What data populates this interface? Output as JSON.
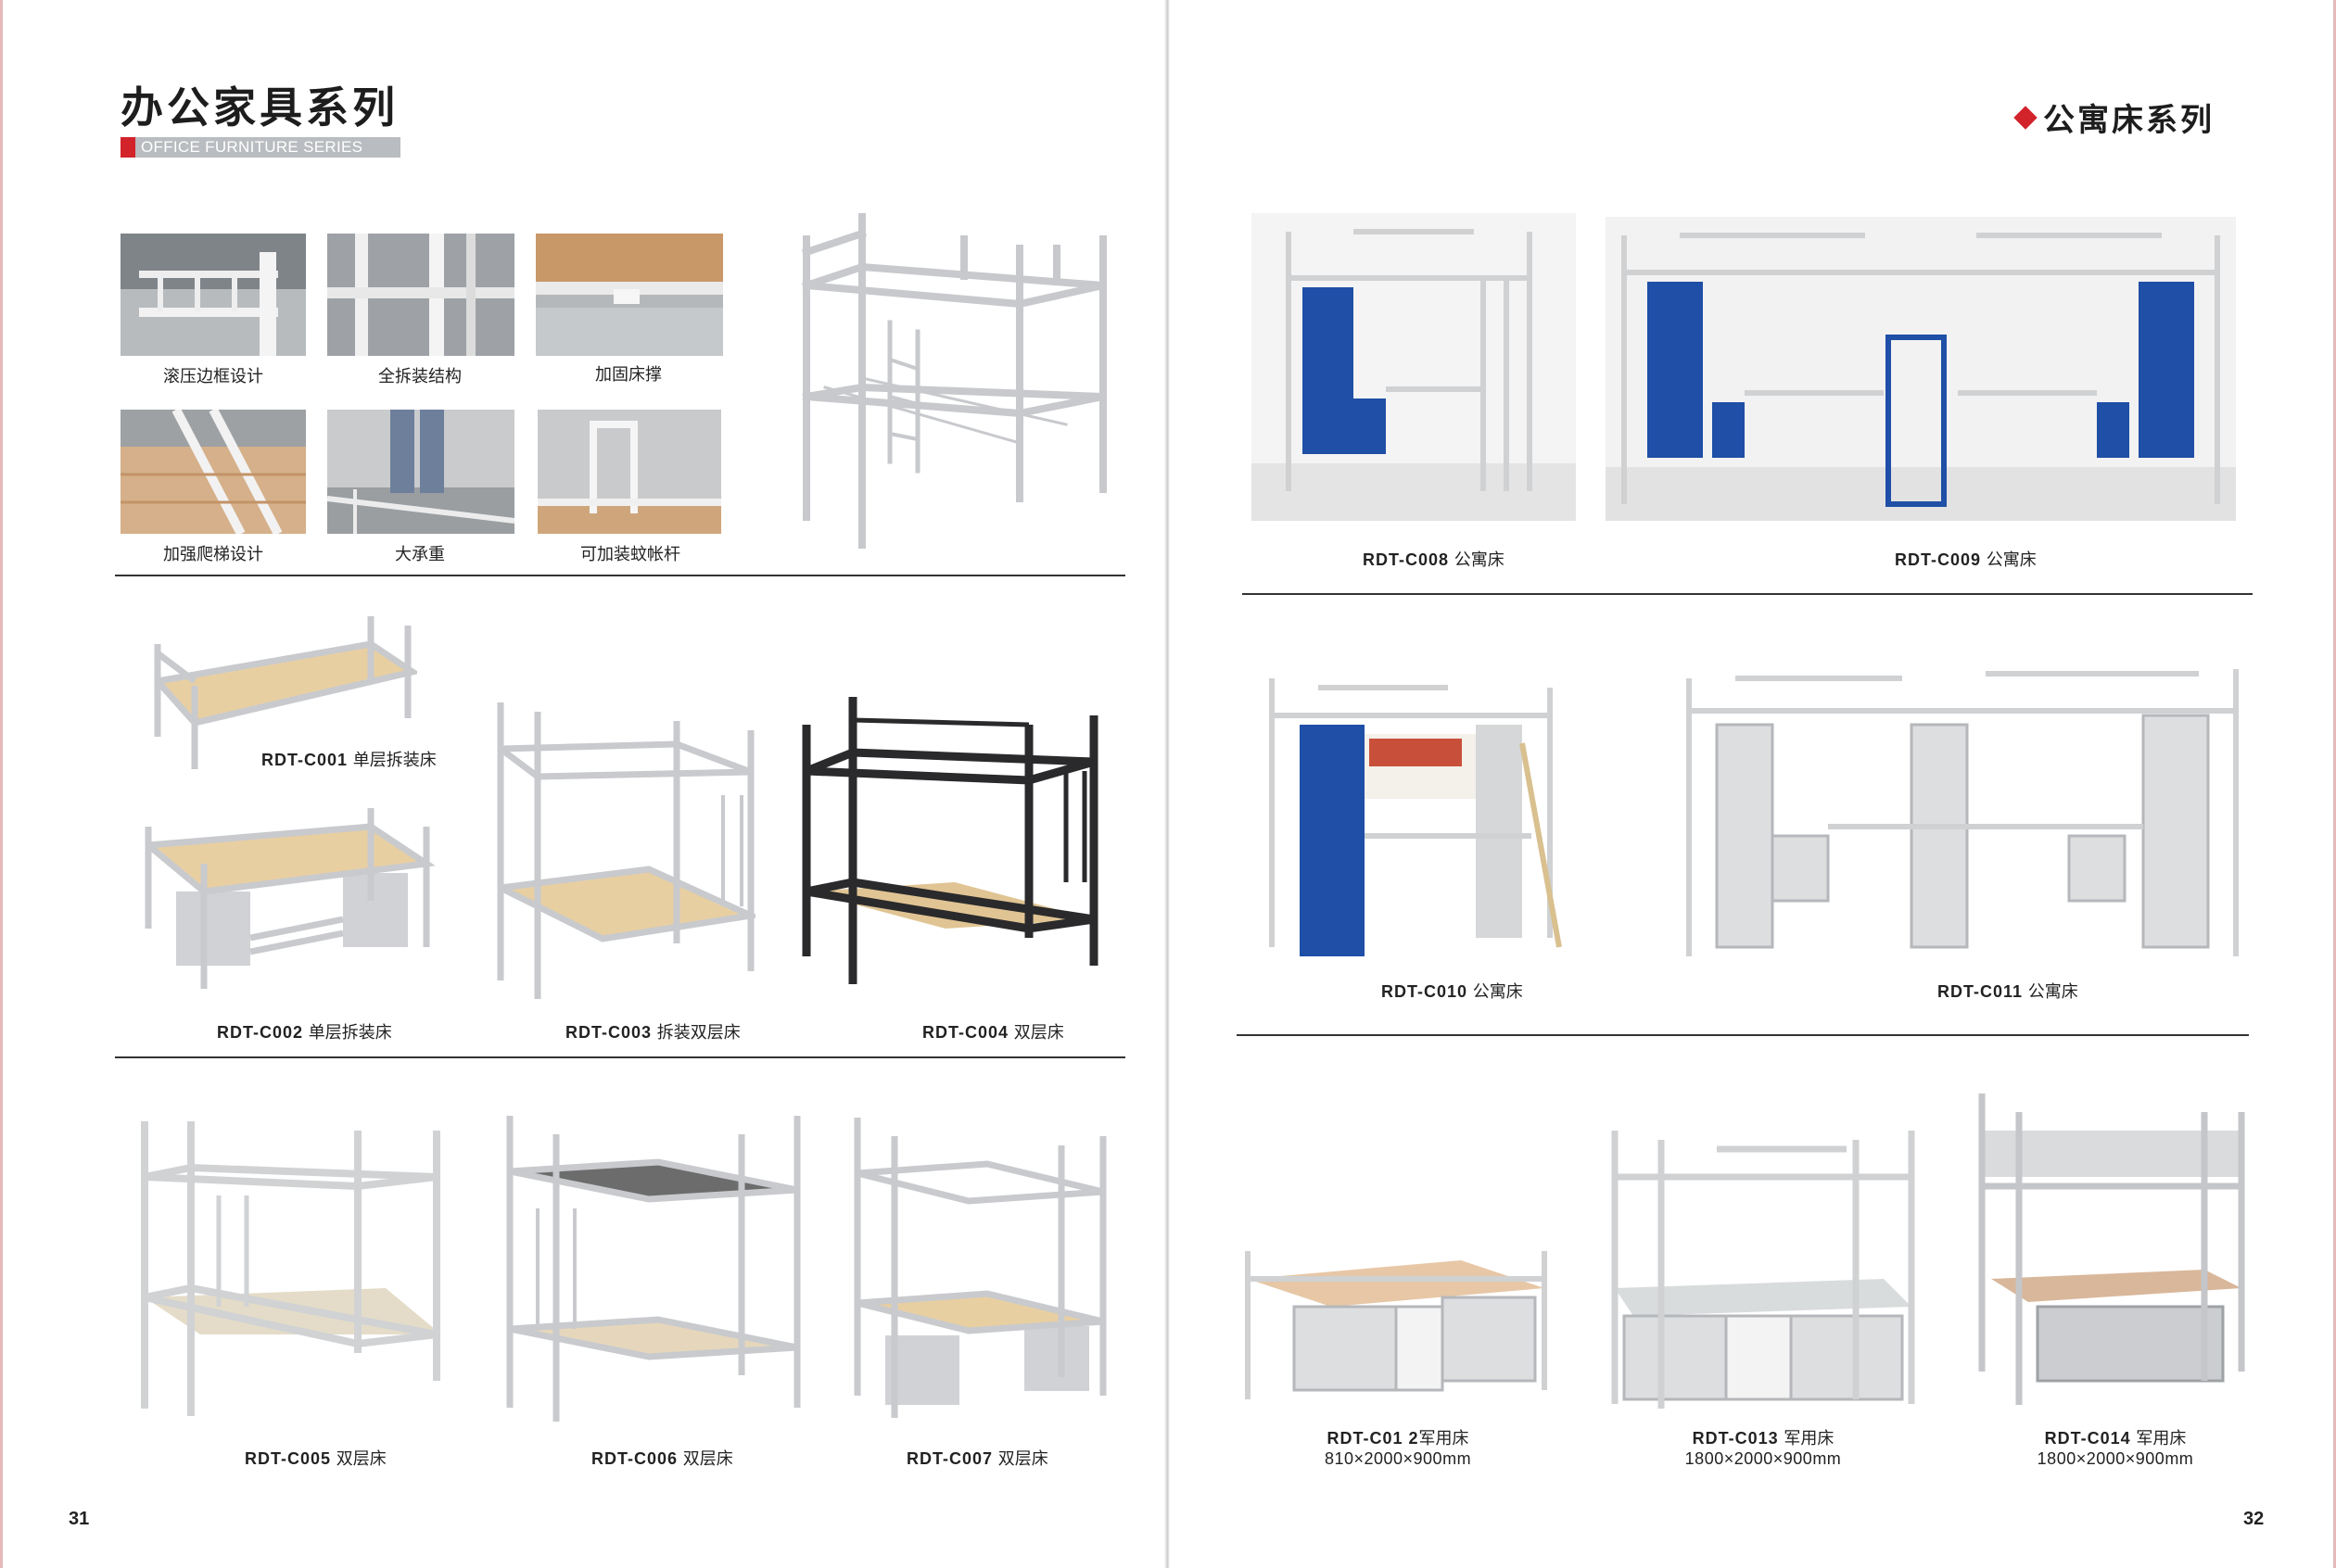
{
  "left_page": {
    "title": "办公家具系列",
    "subtitle": "OFFICE FURNITURE SERIES",
    "features": [
      {
        "label": "滚压边框设计"
      },
      {
        "label": "全拆装结构"
      },
      {
        "label": "加固床撑"
      },
      {
        "label": "加强爬梯设计"
      },
      {
        "label": "大承重"
      },
      {
        "label": "可加装蚊帐杆"
      }
    ],
    "products": [
      {
        "code": "RDT-C001",
        "name": "单层拆装床"
      },
      {
        "code": "RDT-C002",
        "name": "单层拆装床"
      },
      {
        "code": "RDT-C003",
        "name": "拆装双层床"
      },
      {
        "code": "RDT-C004",
        "name": "双层床"
      },
      {
        "code": "RDT-C005",
        "name": "双层床"
      },
      {
        "code": "RDT-C006",
        "name": "双层床"
      },
      {
        "code": "RDT-C007",
        "name": "双层床"
      }
    ],
    "page_number": "31"
  },
  "right_page": {
    "title": "公寓床系列",
    "products": [
      {
        "code": "RDT-C008",
        "name": "公寓床"
      },
      {
        "code": "RDT-C009",
        "name": "公寓床"
      },
      {
        "code": "RDT-C010",
        "name": "公寓床"
      },
      {
        "code": "RDT-C011",
        "name": "公寓床"
      },
      {
        "code": "RDT-C01 2",
        "name": "军用床",
        "dims": "810×2000×900mm"
      },
      {
        "code": "RDT-C013",
        "name": "军用床",
        "dims": "1800×2000×900mm"
      },
      {
        "code": "RDT-C014",
        "name": "军用床",
        "dims": "1800×2000×900mm"
      }
    ],
    "page_number": "32"
  },
  "colors": {
    "accent_red": "#d2232a",
    "subtitle_bar": "#b9bcc0",
    "frame_grey": "#d9dadc",
    "locker_blue": "#1f4fa6",
    "frame_black": "#2a2a2c",
    "plank_wood": "#e8cfa2"
  }
}
